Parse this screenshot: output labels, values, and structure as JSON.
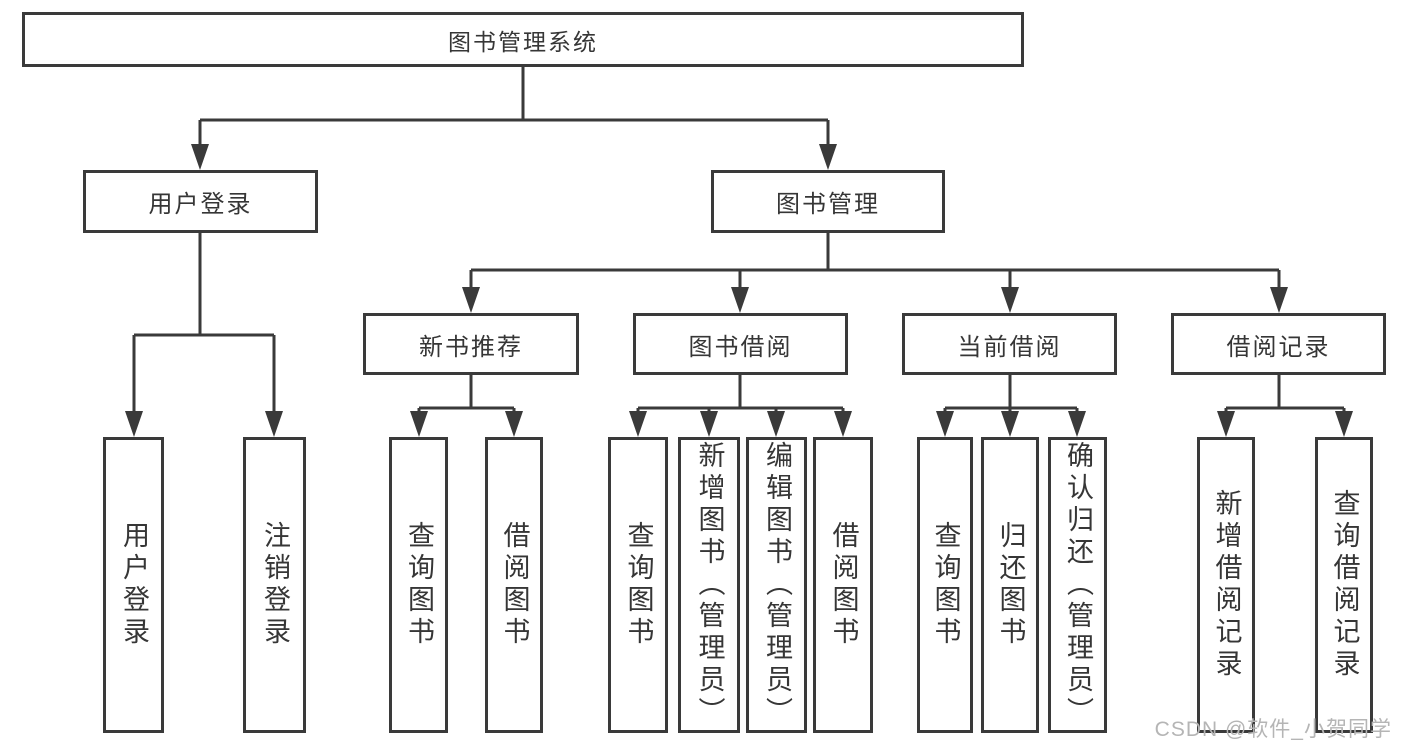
{
  "tree": {
    "label": "图书管理系统",
    "children": [
      {
        "label": "用户登录",
        "children": [
          {
            "label": "用户登录"
          },
          {
            "label": "注销登录"
          }
        ]
      },
      {
        "label": "图书管理",
        "children": [
          {
            "label": "新书推荐",
            "children": [
              {
                "label": "查询图书"
              },
              {
                "label": "借阅图书"
              }
            ]
          },
          {
            "label": "图书借阅",
            "children": [
              {
                "label": "查询图书"
              },
              {
                "label": "新增图书（管理员）"
              },
              {
                "label": "编辑图书（管理员）"
              },
              {
                "label": "借阅图书"
              }
            ]
          },
          {
            "label": "当前借阅",
            "children": [
              {
                "label": "查询图书"
              },
              {
                "label": "归还图书"
              },
              {
                "label": "确认归还（管理员）"
              }
            ]
          },
          {
            "label": "借阅记录",
            "children": [
              {
                "label": "新增借阅记录"
              },
              {
                "label": "查询借阅记录"
              }
            ]
          }
        ]
      }
    ]
  },
  "watermark": "CSDN @软件_小贺同学",
  "colors": {
    "line": "#3a3a3a",
    "text": "#363636",
    "watermark": "#b5b5b5",
    "background": "#ffffff"
  }
}
